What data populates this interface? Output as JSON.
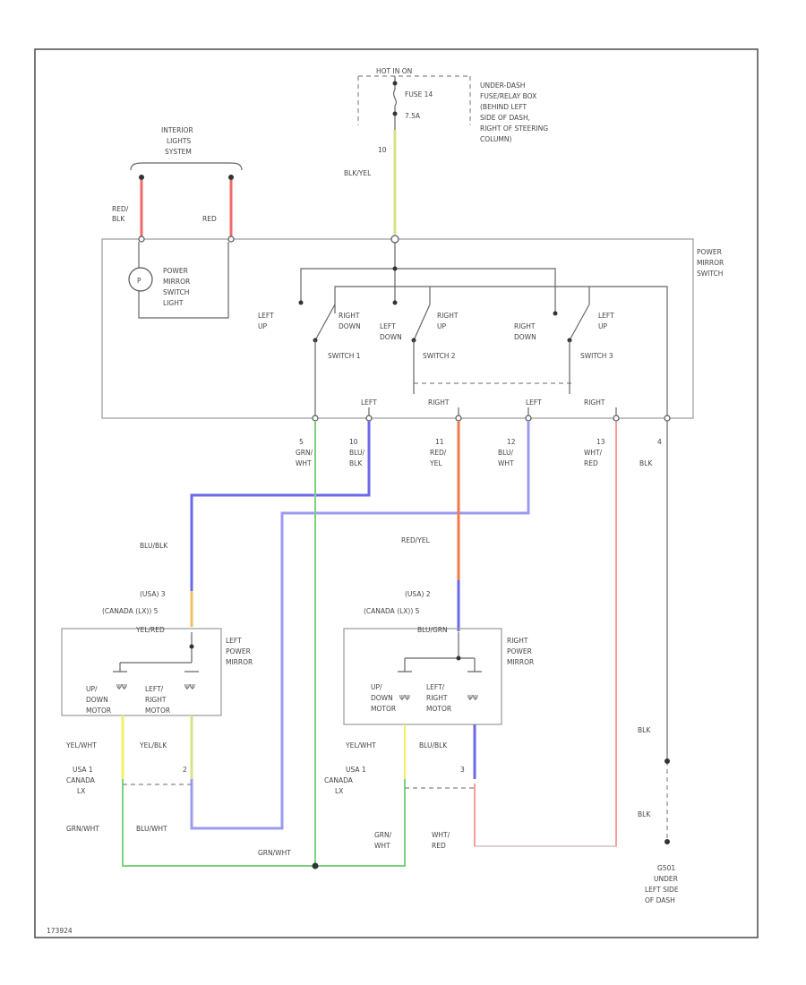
{
  "fuse_block": {
    "hot_label": "HOT IN ON",
    "fuse_label": "FUSE 14",
    "fuse_amp": "7.5A",
    "location": [
      "UNDER-DASH",
      "FUSE/RELAY BOX",
      "(BEHIND LEFT",
      "SIDE OF DASH,",
      "RIGHT OF STEERING",
      "COLUMN)"
    ]
  },
  "feed": {
    "pin": "10",
    "color_code": "BLK/YEL"
  },
  "interior_lights": {
    "title": [
      "INTERIOR",
      "LIGHTS",
      "SYSTEM"
    ],
    "wire_left": [
      "RED/",
      "BLK"
    ],
    "wire_right": "RED"
  },
  "switch_light": {
    "symbol": "P",
    "label": [
      "POWER",
      "MIRROR",
      "SWITCH",
      "LIGHT"
    ]
  },
  "mirror_switch": {
    "title": [
      "POWER",
      "MIRROR",
      "SWITCH"
    ],
    "switch1": {
      "contacts": [
        [
          "LEFT",
          "UP"
        ],
        [
          "RIGHT",
          "DOWN"
        ]
      ],
      "name": "SWITCH 1"
    },
    "switch2": {
      "contacts": [
        [
          "LEFT",
          "DOWN"
        ],
        [
          "RIGHT",
          "UP"
        ]
      ],
      "name": "SWITCH 2"
    },
    "switch3": {
      "contacts": [
        [
          "RIGHT",
          "DOWN"
        ],
        [
          "LEFT",
          "UP"
        ]
      ],
      "name": "SWITCH 3"
    },
    "selector": [
      "LEFT",
      "RIGHT",
      "LEFT",
      "RIGHT"
    ]
  },
  "output_pins": [
    {
      "pin": "5",
      "color": [
        "GRN/",
        "WHT"
      ]
    },
    {
      "pin": "10",
      "color": [
        "BLU/",
        "BLK"
      ]
    },
    {
      "pin": "11",
      "color": [
        "RED/",
        "YEL"
      ]
    },
    {
      "pin": "12",
      "color": [
        "BLU/",
        "WHT"
      ]
    },
    {
      "pin": "13",
      "color": [
        "WHT/",
        "RED"
      ]
    },
    {
      "pin": "4",
      "color": [
        "BLK"
      ]
    }
  ],
  "left_mirror": {
    "wire_label": "BLU/BLK",
    "pin_usa": "(USA) 3",
    "pin_canada": "(CANADA (LX)) 5",
    "connector_color": "YEL/RED",
    "title": [
      "LEFT",
      "POWER",
      "MIRROR"
    ],
    "motor1": [
      "UP/",
      "DOWN",
      "MOTOR"
    ],
    "motor2": [
      "LEFT/",
      "RIGHT",
      "MOTOR"
    ]
  },
  "right_mirror": {
    "wire_label": "RED/YEL",
    "pin_usa": "(USA) 2",
    "pin_canada": "(CANADA (LX)) 5",
    "connector_color": "BLU/GRN",
    "title": [
      "RIGHT",
      "POWER",
      "MIRROR"
    ],
    "motor1": [
      "UP/",
      "DOWN",
      "MOTOR"
    ],
    "motor2": [
      "LEFT/",
      "RIGHT",
      "MOTOR"
    ]
  },
  "left_lower": {
    "wire1": "YEL/WHT",
    "wire2": "YEL/BLK",
    "pin_usa": "USA 1",
    "pin_canada": [
      "CANADA",
      "LX"
    ],
    "pin2": "2",
    "bottom_left": "GRN/WHT",
    "bottom_right": "BLU/WHT"
  },
  "right_lower": {
    "wire1": "YEL/WHT",
    "wire2": "BLU/BLK",
    "pin_usa": "USA 1",
    "pin_canada": [
      "CANADA",
      "LX"
    ],
    "pin2": "3",
    "bottom_left": [
      "GRN/",
      "WHT"
    ],
    "bottom_right": [
      "WHT/",
      "RED"
    ]
  },
  "splice_label": "GRN/WHT",
  "ground": {
    "wire1": "BLK",
    "wire2": "BLK",
    "label": [
      "G501",
      "UNDER",
      "LEFT SIDE",
      "OF DASH"
    ]
  },
  "figure_id": "173924",
  "colors": {
    "yellow_green": "#d8e08a",
    "red": "#f06a6a",
    "blue": "#6a6ae8",
    "light_blue": "#9b9bf0",
    "orange_red": "#f07a4a",
    "green": "#7ed07e",
    "yellow": "#f0f066",
    "orange": "#f0c060",
    "gray": "#cccccc"
  }
}
